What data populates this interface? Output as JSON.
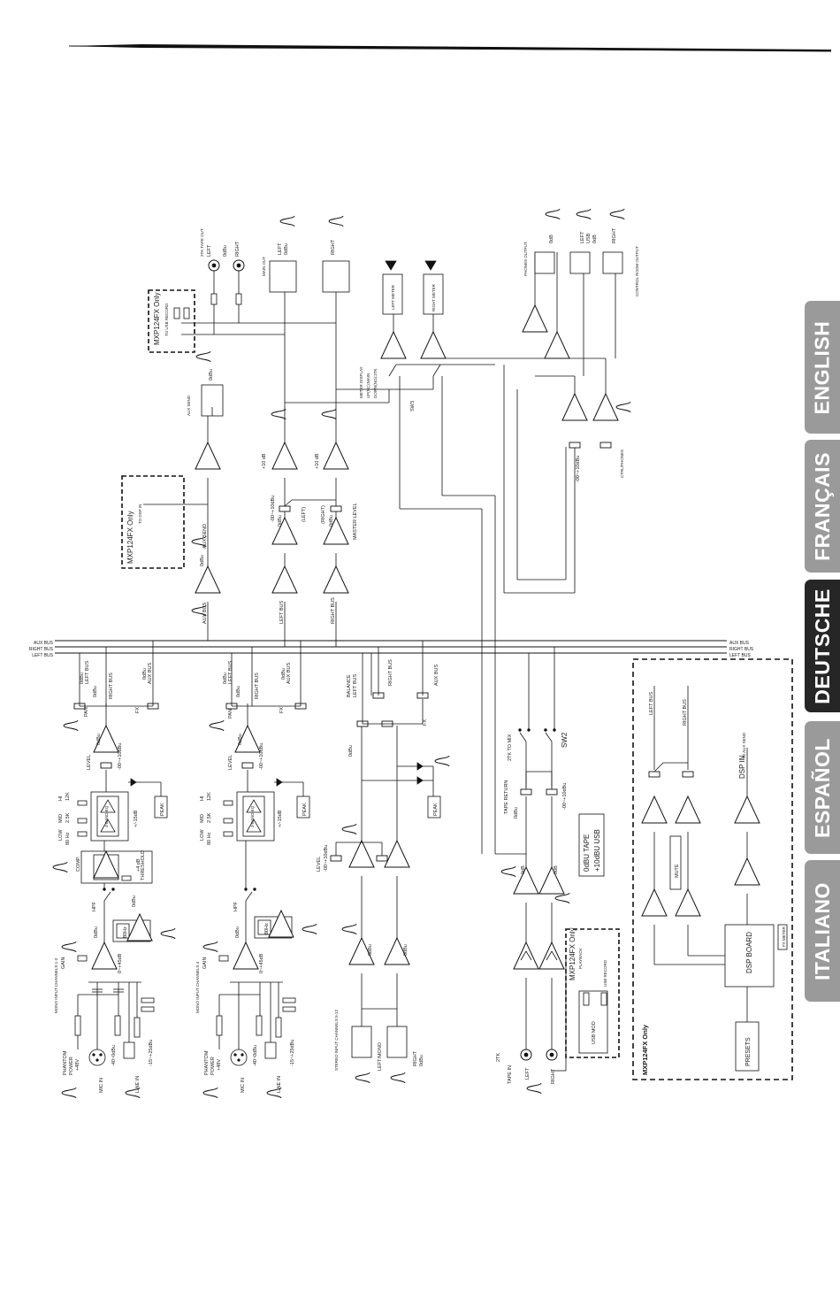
{
  "language_tabs": [
    {
      "label": "ENGLISH",
      "active": false
    },
    {
      "label": "FRANÇAIS",
      "active": false
    },
    {
      "label": "DEUTSCHE",
      "active": true
    },
    {
      "label": "ESPAÑOL",
      "active": false
    },
    {
      "label": "ITALIANO",
      "active": false
    }
  ],
  "bus_labels": {
    "aux": "AUX BUS",
    "right": "RIGHT BUS",
    "left": "LEFT BUS"
  },
  "mono_ch1": {
    "section": "MONO INPUT CHANNELS 1-3",
    "phantom_1": "PHANTOM",
    "phantom_2": "POWER",
    "phantom_3": "+48V",
    "mic_in": "MIC IN",
    "mic_level": "-40~0dBu",
    "line_in": "LINE IN",
    "line_level": "-15~+25dBu",
    "gain": "GAIN",
    "gain_range": "0~+45dB",
    "hpf": "HPF",
    "hpf_freq": "80Hz",
    "odbu_a": "0dBu",
    "odbu_b": "0dBu",
    "comp": "COMP.",
    "comp_gain": "+4 dB",
    "threshold": "THRESHOLD",
    "eq_low": "LOW",
    "eq_low_f": "80 Hz",
    "eq_mid": "MID",
    "eq_mid_f": "2.5K",
    "eq_hi": "HI",
    "eq_hi_f": "12K",
    "eq_block": "3-BAND EQ",
    "eq_range": "+/-15dB",
    "peak": "PEAK",
    "level": "LEVEL",
    "level_range": "-00~+10dBu",
    "odbu_c": "0dBu",
    "pan": "PAN",
    "fx": "FX",
    "odbu_d": "0dBu",
    "left_bus": "LEFT BUS",
    "right_bus": "RIGHT BUS",
    "odbu_e": "0dBu",
    "aux_bus": "AUX BUS"
  },
  "mono_ch2": {
    "section": "MONO INPUT CHANNELS 4",
    "phantom_1": "PHANTOM",
    "phantom_2": "POWER",
    "phantom_3": "+48V",
    "mic_in": "MIC IN",
    "mic_level": "-40~0dBu",
    "line_in": "LINE IN",
    "line_level": "-15~+25dBu",
    "gain": "GAIN",
    "gain_range": "0~+45dB",
    "hpf": "HPF",
    "hpf_freq": "80Hz",
    "odbu_a": "0dBu",
    "eq_low": "LOW",
    "eq_low_f": "80 Hz",
    "eq_mid": "MID",
    "eq_mid_f": "2.5K",
    "eq_hi": "HI",
    "eq_hi_f": "12K",
    "eq_block": "3-BAND EQ",
    "eq_range": "+/-15dB",
    "peak": "PEAK",
    "level": "LEVEL",
    "level_range": "-00~+10dBu",
    "odbu_c": "0dBu",
    "pan": "PAN",
    "fx": "FX",
    "odbu_d": "0dBu",
    "left_bus": "LEFT BUS",
    "right_bus": "RIGHT BUS",
    "odbu_e": "0dBu",
    "aux_bus": "AUX BUS"
  },
  "stereo_ch": {
    "section": "STEREO INPUT CHANNELS 5-12",
    "left_mono": "LEFT/MONO",
    "right": "RIGHT",
    "odbu_in": "0dBu",
    "odbu_a": "0dBu",
    "odbu_b": "0dBu",
    "level": "LEVEL",
    "level_range": "-00~+10dBu",
    "peak": "PEAK",
    "balance": "BALANCE",
    "left_bus": "LEFT BUS",
    "right_bus": "RIGHT BUS",
    "odbu_c": "0dBu",
    "fx": "FX",
    "aux_bus": "AUX BUS"
  },
  "tape_section": {
    "tape_in": "TAPE IN",
    "two_tk": "2TK",
    "left": "LEFT",
    "right": "RIGHT",
    "odb_l": "0dB",
    "odb_r": "0dB",
    "tape_return": "TAPE RETURN",
    "odbu": "0dBu",
    "return_range": "-00~+10dBu",
    "two_tk_to_mix": "2TK TO MIX",
    "sw2": "SW2",
    "usb_box_1": "0dBU TAPE",
    "usb_box_2": "+10dBU USB",
    "usb_only": "MXP124FX Only",
    "playback": "PLAYBACK",
    "usb_record": "USB RECORD",
    "usb_mod": "USB MOD"
  },
  "dsp_section": {
    "left_bus": "LEFT BUS",
    "right_bus": "RIGHT BUS",
    "dsp_in": "DSP IN",
    "to_aux_send": "TO AUX SEND",
    "mute": "MUTE",
    "dsp_board": "DSP BOARD",
    "fx_meter": "FX METER",
    "presets": "PRESETS",
    "only": "MXP124FX Only"
  },
  "master_section": {
    "aux_bus": "AUX BUS",
    "left_bus": "LEFT BUS",
    "right_bus": "RIGHT BUS",
    "odbu_aux": "0dBu",
    "aux_send": "AUX SEND",
    "to_dsp_in": "TO DSP IN",
    "dsp_only": "MXP124FX Only",
    "aux_send_jack": "AUX SEND",
    "odbu_aux_out": "0dBu",
    "odbu_l": "0dBu",
    "odbu_r": "0dBu",
    "master_range": "-00~+10dBu",
    "left_paren": "(LEFT)",
    "right_paren": "(RIGHT)",
    "master_level": "MASTER LEVEL",
    "plus10_l": "+10 dB",
    "plus10_r": "+10 dB",
    "main_out": "MAIN OUT",
    "left_out": "LEFT",
    "odbu_left_out": "0dBu",
    "right_out": "RIGHT",
    "two_tk_out": "2TK TAPE OUT",
    "tape_left": "LEFT",
    "tape_odbu": "0dBu",
    "tape_right": "RIGHT",
    "usb_only": "MXP124FX Only",
    "to_usb_record": "TO USB RECORD",
    "meter_display": "METER DISPLAY",
    "meter_up": "UP(NC):MAIN",
    "meter_down": "DOWN(NO):2TK",
    "sw3": "SW3",
    "left_meter": "LEFT METER",
    "right_meter": "RIGHT METER",
    "phones_output": "PHONES OUTPUT",
    "odb_ph": "0dB",
    "left_usb": "LEFT",
    "usb": "USB",
    "odb_usb": "0dB",
    "right_usb": "RIGHT",
    "control_room": "CONTROL ROOM OUTPUT",
    "ctrl_range": "-00~+10dBu",
    "ctrl_phones": "CTRL/PHONES"
  }
}
